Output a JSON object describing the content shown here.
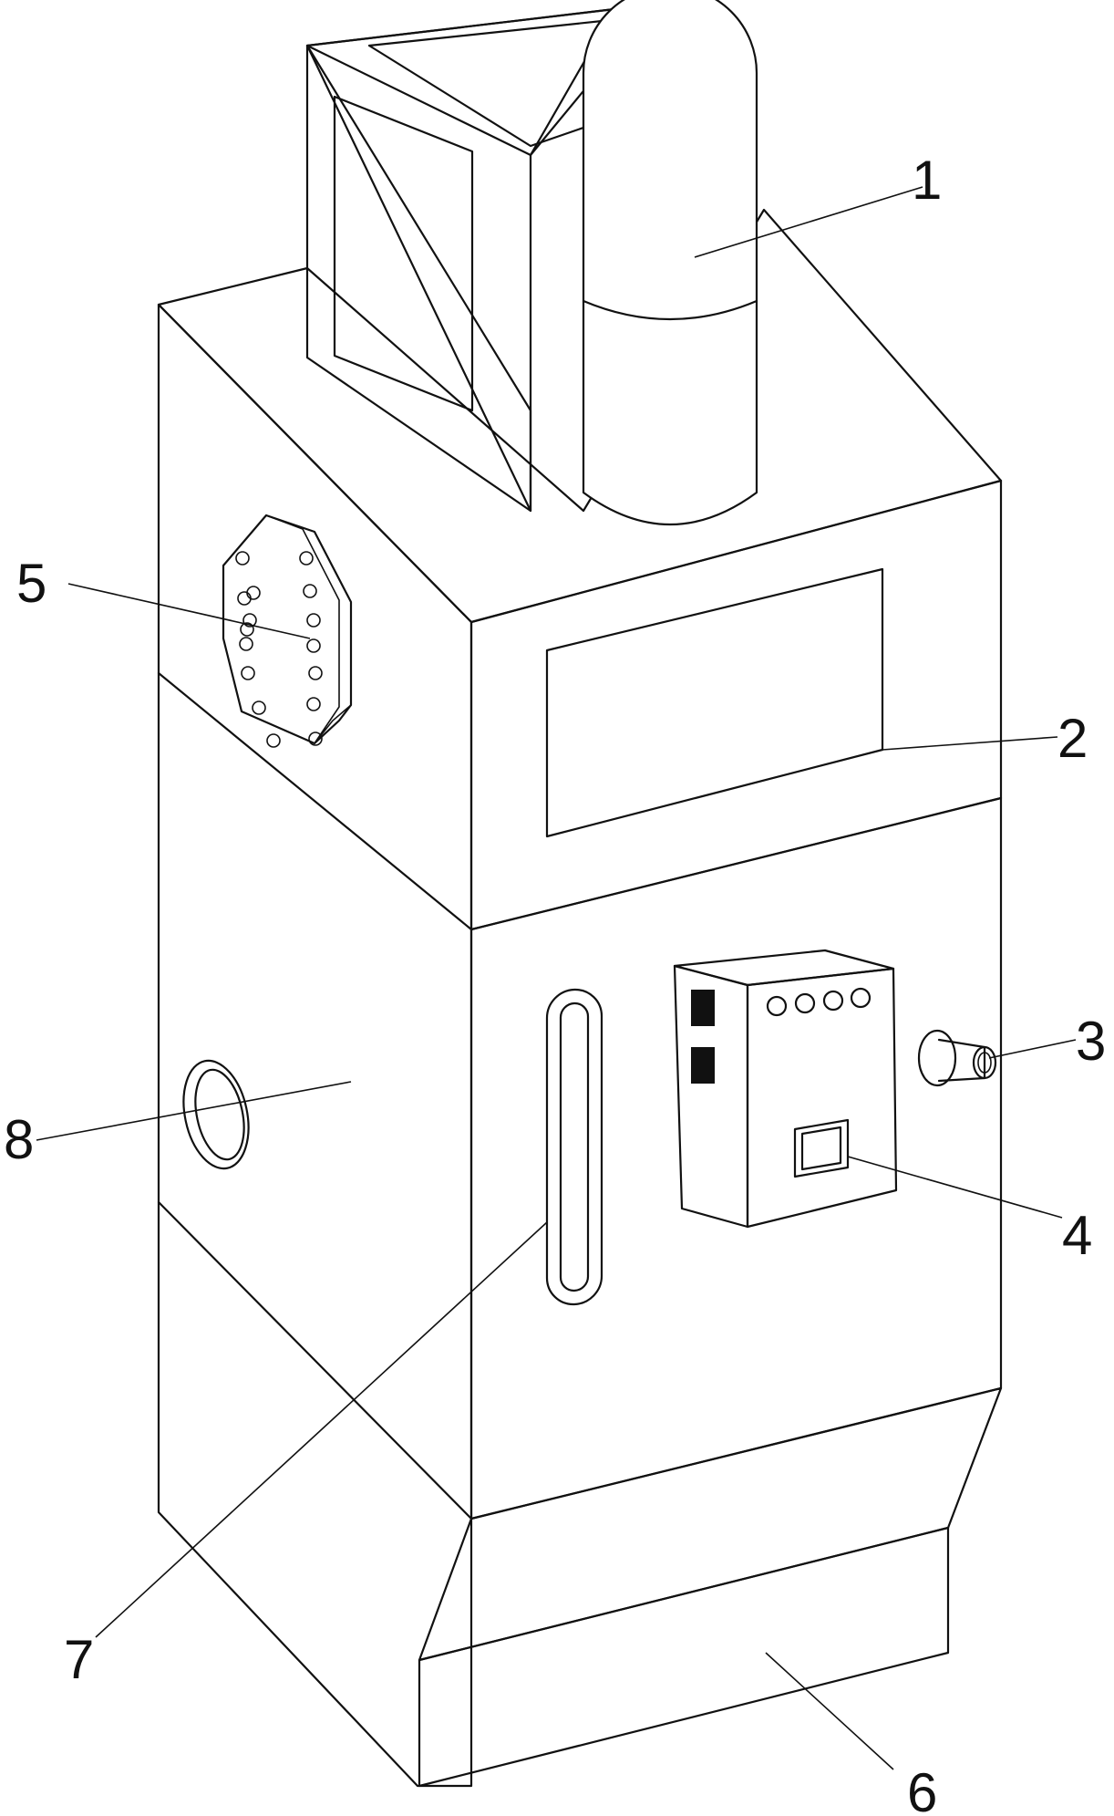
{
  "colors": {
    "line": "#111111",
    "background": "#ffffff"
  },
  "labels": [
    {
      "id": "1",
      "text": "1"
    },
    {
      "id": "2",
      "text": "2"
    },
    {
      "id": "3",
      "text": "3"
    },
    {
      "id": "4",
      "text": "4"
    },
    {
      "id": "5",
      "text": "5"
    },
    {
      "id": "6",
      "text": "6"
    },
    {
      "id": "7",
      "text": "7"
    },
    {
      "id": "8",
      "text": "8"
    }
  ]
}
